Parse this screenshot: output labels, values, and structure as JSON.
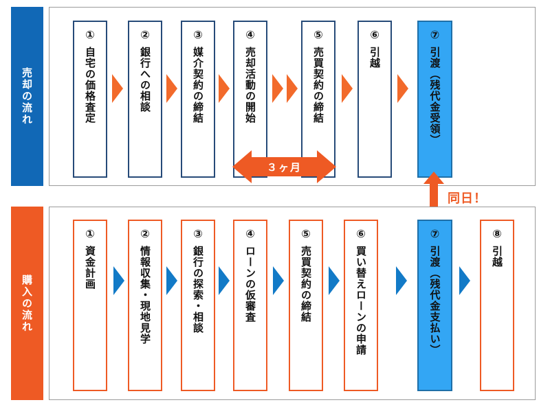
{
  "sell": {
    "band_label": "売却の流れ",
    "steps": [
      {
        "num": "①",
        "label": "自宅の価格査定"
      },
      {
        "num": "②",
        "label": "銀行への相談"
      },
      {
        "num": "③",
        "label": "媒介契約の締結"
      },
      {
        "num": "④",
        "label": "売却活動の開始"
      },
      {
        "num": "⑤",
        "label": "売買契約の締結"
      },
      {
        "num": "⑥",
        "label": "引越"
      },
      {
        "num": "⑦",
        "label": "引渡（残代金受領）"
      }
    ],
    "duration_label": "３ヶ月"
  },
  "buy": {
    "band_label": "購入の流れ",
    "steps": [
      {
        "num": "①",
        "label": "資金計画"
      },
      {
        "num": "②",
        "label": "情報収集・現地見学"
      },
      {
        "num": "③",
        "label": "銀行の探索・相談"
      },
      {
        "num": "④",
        "label": "ローンの仮審査"
      },
      {
        "num": "⑤",
        "label": "売買契約の締結"
      },
      {
        "num": "⑥",
        "label": "買い替えローンの申請"
      },
      {
        "num": "⑦",
        "label": "引渡（残代金支払い）"
      },
      {
        "num": "⑧",
        "label": "引越"
      }
    ]
  },
  "same_day_label": "同日！",
  "colors": {
    "sell_band": "#1168b6",
    "buy_band": "#ee5a24",
    "highlight": "#33a6f4",
    "sell_arrow": "#f26a2b",
    "buy_arrow": "#127ac7"
  }
}
